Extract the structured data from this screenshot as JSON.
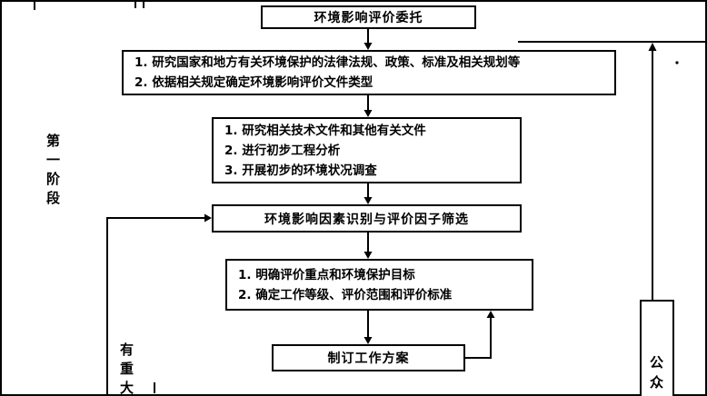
{
  "diagram": {
    "stage_label": "第一阶段",
    "left_note": "有重大",
    "right_note": "公众",
    "boxes": {
      "commission": {
        "title": "环境影响评价委托"
      },
      "laws": {
        "lines": [
          "1. 研究国家和地方有关环境保护的法律法规、政策、标准及相关规划等",
          "2. 依据相关规定确定环境影响评价文件类型"
        ]
      },
      "preliminary": {
        "lines": [
          "1. 研究相关技术文件和其他有关文件",
          "2. 进行初步工程分析",
          "3. 开展初步的环境状况调查"
        ]
      },
      "identification": {
        "title": "环境影响因素识别与评价因子筛选"
      },
      "scope": {
        "lines": [
          "1. 明确评价重点和环境保护目标",
          "2. 确定工作等级、评价范围和评价标准"
        ]
      },
      "workplan": {
        "title": "制订工作方案"
      }
    }
  }
}
